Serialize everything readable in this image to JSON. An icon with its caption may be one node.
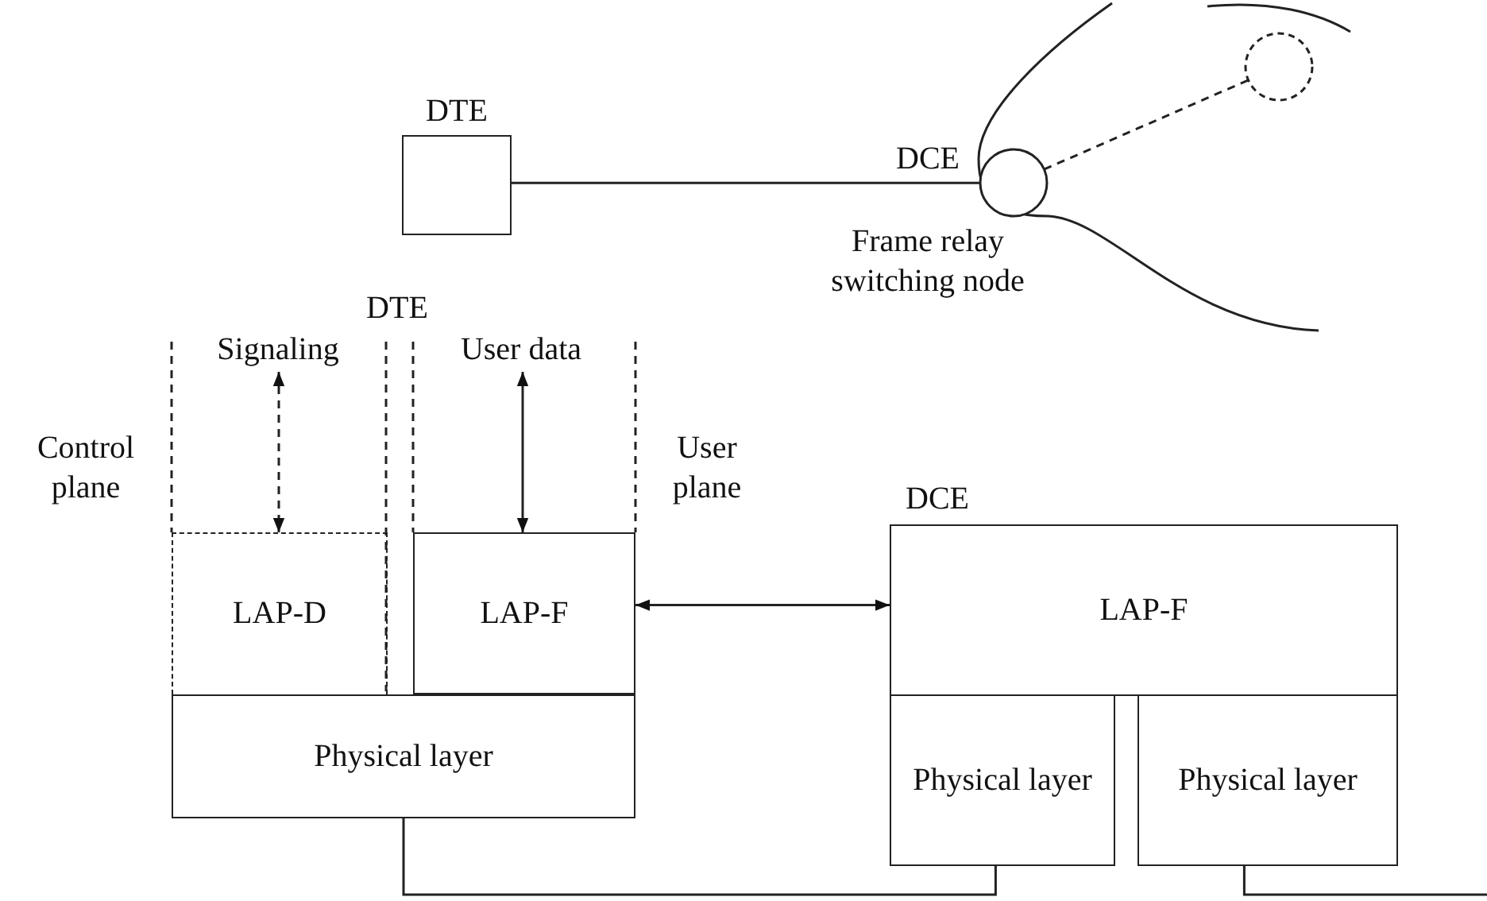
{
  "diagram": {
    "nodes": [
      {
        "text": [
          "DTE"
        ]
      },
      {
        "text": [
          "DCE"
        ],
        "beside": [
          "Frame relay switching node"
        ]
      },
      {
        "text": [],
        "shape": "circle"
      },
      {
        "text": [
          "Signaling"
        ]
      },
      {
        "text": [
          "User data"
        ]
      },
      {
        "text": [
          "LAP-D"
        ]
      },
      {
        "text": [
          "LAP-F"
        ]
      },
      {
        "text": [
          "DCE",
          "LAP-F"
        ]
      },
      {
        "text": [
          "Physical layer"
        ]
      },
      {
        "text": [
          "Physical layer"
        ]
      },
      {
        "text": [
          "Physical layer"
        ]
      }
    ],
    "edges": [
      {
        "from": 0,
        "to": 1,
        "arrow": "none"
      },
      {
        "from": 1,
        "to": 2,
        "arrow": "none",
        "style": "dashed"
      },
      {
        "from": 3,
        "to": 5,
        "arrow": "both",
        "style": "dashed"
      },
      {
        "from": 4,
        "to": 6,
        "arrow": "both"
      },
      {
        "from": 6,
        "to": 7,
        "arrow": "both"
      },
      {
        "from": 8,
        "to": 9,
        "arrow": "none"
      },
      {
        "from": 10,
        "to": null,
        "arrow": "none"
      }
    ],
    "labels": [
      "DTE",
      "Control plane",
      "User plane"
    ]
  }
}
